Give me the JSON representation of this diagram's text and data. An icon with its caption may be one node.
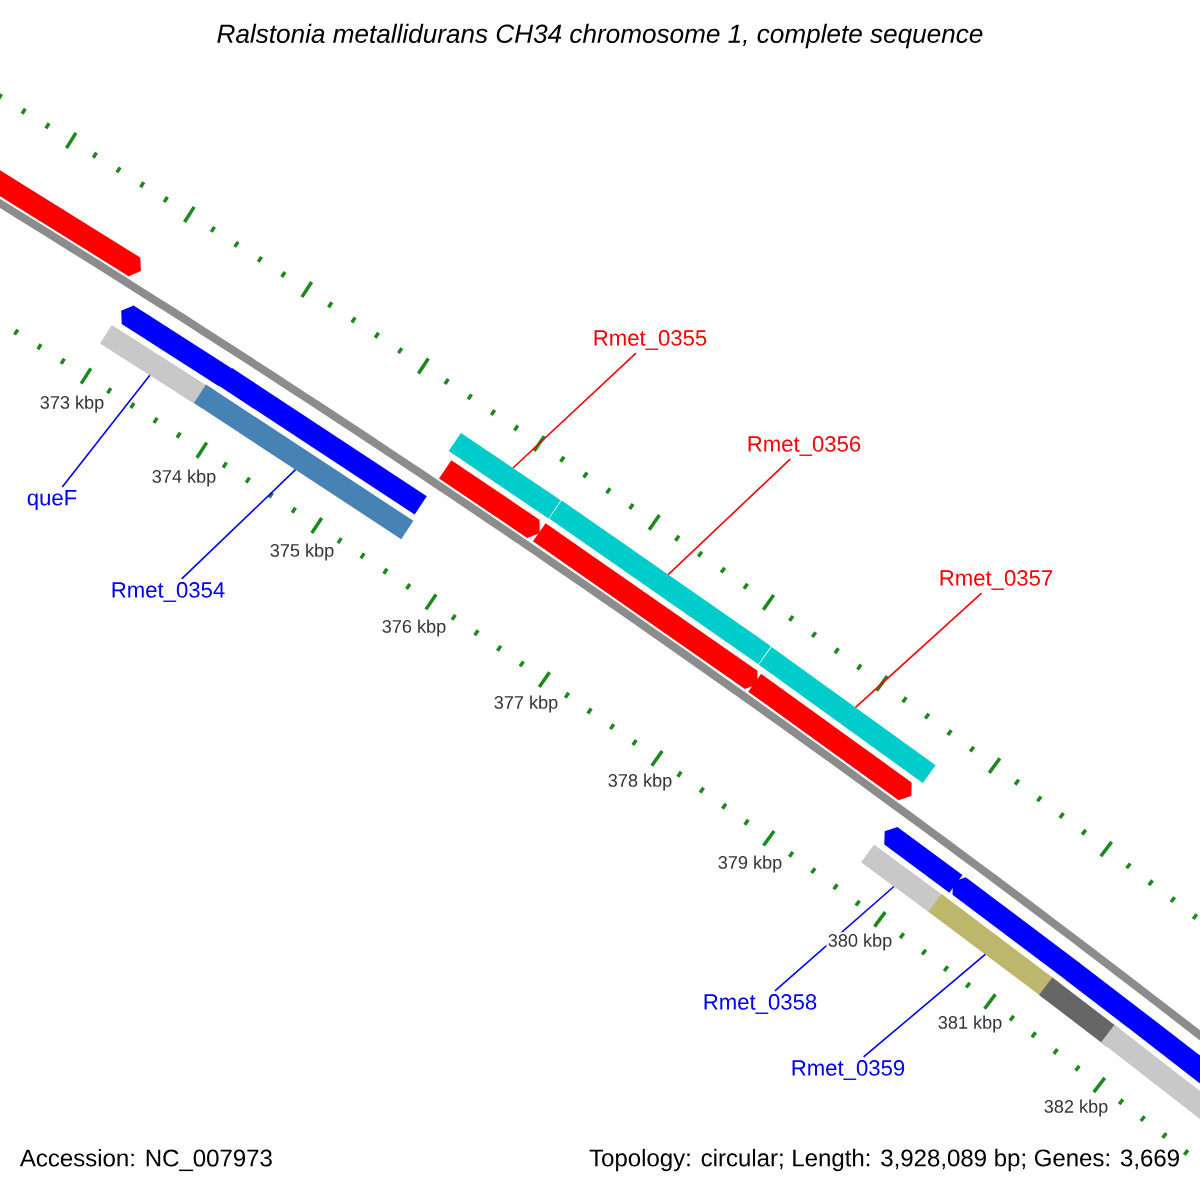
{
  "diagram": {
    "title": "Ralstonia metallidurans CH34 chromosome 1, complete sequence",
    "nodes": [
      {
        "text": [],
        "shape": "arrow"
      },
      {
        "text": [],
        "shape": "arrow"
      },
      {
        "text": [],
        "shape": "bar"
      },
      {
        "text": [],
        "shape": "arrow"
      },
      {
        "text": [],
        "shape": "bar"
      },
      {
        "text": [
          "queF"
        ]
      },
      {
        "text": [
          "Rmet_0354"
        ]
      },
      {
        "text": [],
        "shape": "bar"
      },
      {
        "text": [],
        "shape": "arrow"
      },
      {
        "text": [
          "Rmet_0355"
        ]
      },
      {
        "text": [],
        "shape": "bar"
      },
      {
        "text": [],
        "shape": "arrow"
      },
      {
        "text": [
          "Rmet_0356"
        ]
      },
      {
        "text": [],
        "shape": "bar"
      },
      {
        "text": [],
        "shape": "arrow"
      },
      {
        "text": [
          "Rmet_0357"
        ]
      },
      {
        "text": [],
        "shape": "arrow"
      },
      {
        "text": [],
        "shape": "bar"
      },
      {
        "text": [],
        "shape": "arrow"
      },
      {
        "text": [],
        "shape": "bar"
      },
      {
        "text": [
          "Rmet_0358"
        ]
      },
      {
        "text": [],
        "shape": "arrow"
      },
      {
        "text": [],
        "shape": "bar"
      },
      {
        "text": [
          "Rmet_0359"
        ]
      },
      {
        "text": [],
        "shape": "arrow"
      },
      {
        "text": [],
        "shape": "bar"
      }
    ],
    "edges": [
      {
        "from": 5,
        "to": 2,
        "arrow": "none"
      },
      {
        "from": 6,
        "to": 4,
        "arrow": "none"
      },
      {
        "from": 9,
        "to": 7,
        "arrow": "none",
        "color": "#ff0000"
      },
      {
        "from": 12,
        "to": 10,
        "arrow": "none",
        "color": "#ff0000"
      },
      {
        "from": 15,
        "to": 13,
        "arrow": "none",
        "color": "#ff0000"
      },
      {
        "from": 20,
        "to": 17,
        "arrow": "none"
      },
      {
        "from": 23,
        "to": 19,
        "arrow": "none"
      }
    ],
    "labels": [
      "373 kbp",
      "374 kbp",
      "375 kbp",
      "376 kbp",
      "377 kbp",
      "378 kbp",
      "379 kbp",
      "380 kbp",
      "381 kbp",
      "382 kbp",
      "Accession: NC_007973",
      "Topology: circular; Length: 3,928,089 bp; Genes: 3,669"
    ]
  }
}
